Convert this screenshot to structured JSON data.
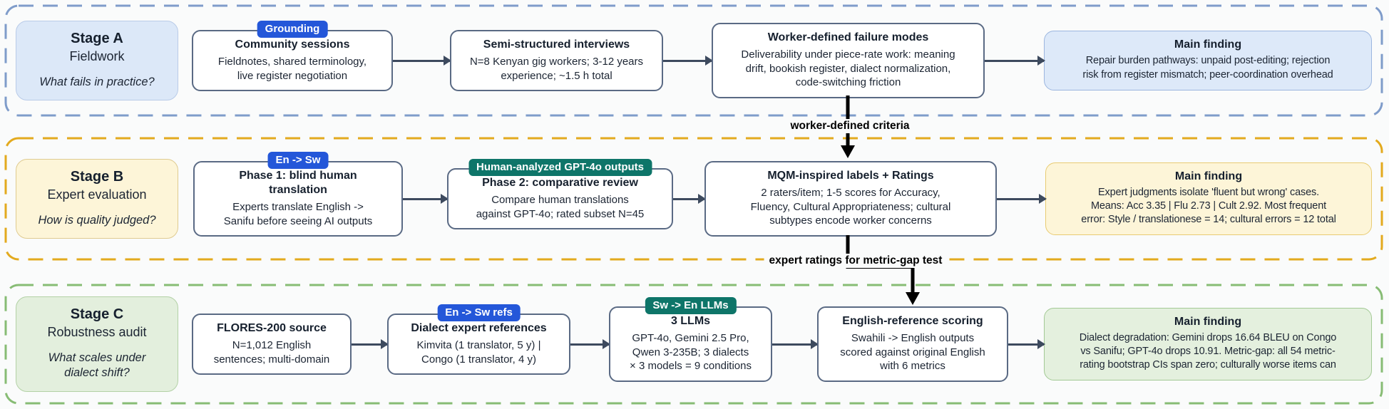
{
  "figure": {
    "type": "three-stage research pipeline diagram"
  },
  "palette": {
    "stage_a_accent": "#7f9cca",
    "stage_b_accent": "#e3aa1e",
    "stage_c_accent": "#87bc74",
    "badge_blue": "#2457d9",
    "badge_teal": "#0e7569",
    "process_box_border": "#5a6a84",
    "flow_arrow": "#3d4a5e",
    "cross_stage_arrow": "#000000"
  },
  "connectors": [
    {
      "label": "worker-defined criteria"
    },
    {
      "label": "expert ratings for metric-gap test"
    }
  ],
  "stages": [
    {
      "name": "Stage A",
      "accent": "#7f9cca",
      "stage_box": {
        "title": "Stage A",
        "subtitle": "Fieldwork",
        "question": "What fails in practice?"
      },
      "boxes": [
        {
          "badge": "Grounding",
          "badge_color": "#2457d9",
          "title": "Community sessions",
          "body": "Fieldnotes, shared terminology,\nlive register negotiation"
        },
        {
          "title": "Semi-structured interviews",
          "body": "N=8 Kenyan gig workers; 3-12 years\nexperience; ~1.5 h total"
        },
        {
          "title": "Worker-defined failure modes",
          "body": "Deliverability under piece-rate work: meaning\ndrift, bookish register, dialect normalization,\ncode-switching friction"
        }
      ],
      "finding": {
        "title": "Main finding",
        "body": "Repair burden pathways: unpaid post-editing; rejection\nrisk from register mismatch; peer-coordination overhead"
      }
    },
    {
      "name": "Stage B",
      "accent": "#e3aa1e",
      "stage_box": {
        "title": "Stage B",
        "subtitle": "Expert evaluation",
        "question": "How is quality judged?"
      },
      "boxes": [
        {
          "badge": "En -> Sw",
          "badge_color": "#2457d9",
          "title": "Phase 1: blind human\ntranslation",
          "body": "Experts translate English ->\nSanifu before seeing AI outputs"
        },
        {
          "badge": "Human-analyzed GPT-4o outputs",
          "badge_color": "#0e7569",
          "title": "Phase 2: comparative review",
          "body": "Compare human translations\nagainst GPT-4o; rated subset N=45"
        },
        {
          "title": "MQM-inspired labels + Ratings",
          "body": "2 raters/item; 1-5 scores for Accuracy,\nFluency, Cultural Appropriateness; cultural\nsubtypes encode worker concerns"
        }
      ],
      "finding": {
        "title": "Main finding",
        "body": "Expert judgments isolate 'fluent but wrong' cases.\nMeans: Acc 3.35 | Flu 2.73 | Cult 2.92. Most frequent\nerror: Style / translationese = 14; cultural errors = 12 total"
      }
    },
    {
      "name": "Stage C",
      "accent": "#87bc74",
      "stage_box": {
        "title": "Stage C",
        "subtitle": "Robustness audit",
        "question": "What scales under\ndialect shift?"
      },
      "boxes": [
        {
          "title": "FLORES-200 source",
          "body": "N=1,012 English\nsentences; multi-domain"
        },
        {
          "badge": "En -> Sw refs",
          "badge_color": "#2457d9",
          "title": "Dialect expert references",
          "body": "Kimvita (1 translator, 5 y) |\nCongo (1 translator, 4 y)"
        },
        {
          "badge": "Sw -> En LLMs",
          "badge_color": "#0e7569",
          "title": "3 LLMs",
          "body": "GPT-4o, Gemini 2.5 Pro,\nQwen 3-235B; 3 dialects\n× 3 models = 9 conditions"
        },
        {
          "title": "English-reference scoring",
          "body": "Swahili -> English outputs\nscored against original English\nwith 6 metrics"
        }
      ],
      "finding": {
        "title": "Main finding",
        "body": "Dialect degradation: Gemini drops 16.64 BLEU on Congo\nvs Sanifu; GPT-4o drops 10.91. Metric-gap: all 54 metric-\nrating bootstrap CIs span zero; culturally worse items can"
      }
    }
  ]
}
